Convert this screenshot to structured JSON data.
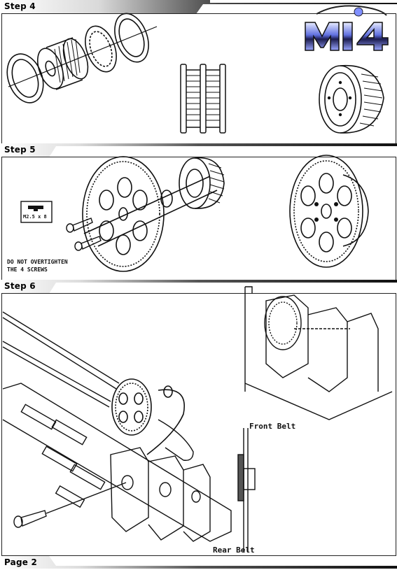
{
  "steps": {
    "step4": {
      "title": "Step 4"
    },
    "step5": {
      "title": "Step 5",
      "screw_tag": "M2.5 x 8",
      "note_line1": "DO NOT OVERTIGHTEN",
      "note_line2": "THE 4 SCREWS"
    },
    "step6": {
      "title": "Step 6",
      "front_belt": "Front Belt",
      "rear_belt": "Rear Belt"
    }
  },
  "logo": {
    "text": "MI4"
  },
  "footer": {
    "page": "Page 2"
  },
  "colors": {
    "logo_dark": "#1a1a3a",
    "logo_blue": "#3b4bb8",
    "logo_light": "#c8d0ff",
    "bar_dark": "#1b1b1b"
  }
}
